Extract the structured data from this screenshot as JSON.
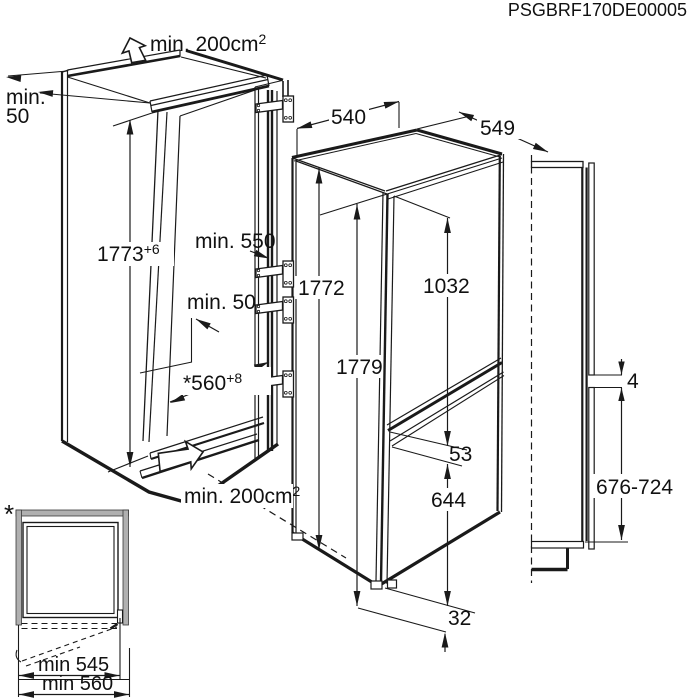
{
  "title": "PSGBRF170DE00005",
  "labels": {
    "vent_area": "min. 200cm",
    "vent_area_sup": "2",
    "wall_clearance_line1": "min.",
    "wall_clearance_line2": "50",
    "niche_height": "1773",
    "niche_height_tol": "+6",
    "niche_depth": "min. 550",
    "rear_clearance": "min. 50",
    "niche_width": "*560",
    "niche_width_tol": "+8",
    "fridge_width": "540",
    "fridge_depth": "549",
    "fridge_height": "1772",
    "upper_door_height": "1032",
    "total_height": "1779",
    "door_gap": "53",
    "lower_door_height": "644",
    "bottom_clearance": "32",
    "panel_gap": "4",
    "lower_panel_height_range": "676-724",
    "inset_star": "*",
    "inset_inner_width": "min 545",
    "inset_outer_width": "min 560"
  }
}
